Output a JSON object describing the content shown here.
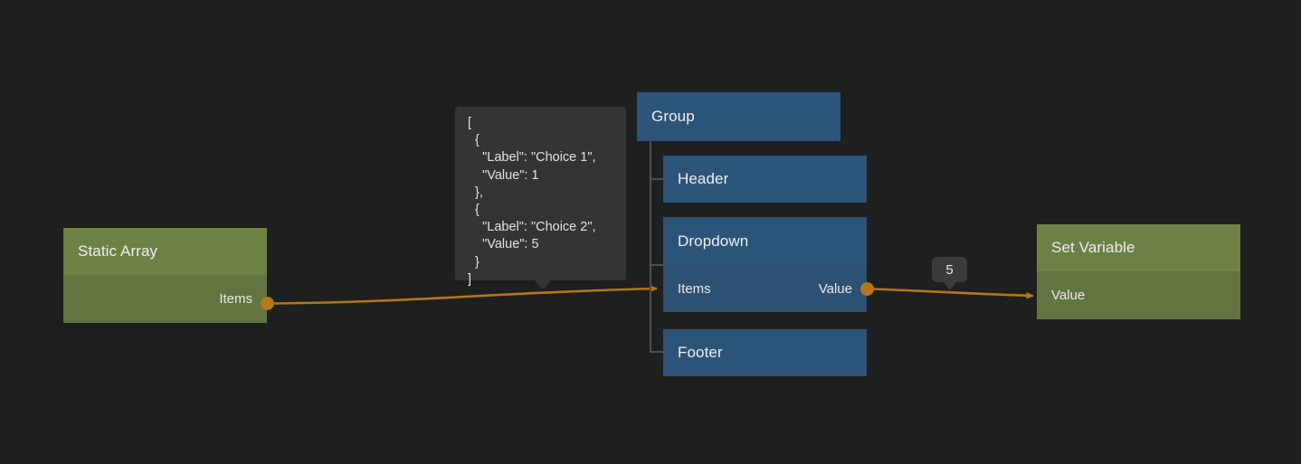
{
  "canvas": {
    "background": "#1e1f1f",
    "edge_color": "#b5771a",
    "green_header": "#6e8144",
    "green_body": "#627440",
    "blue_header": "#2c5478",
    "blue_body": "#2d5173"
  },
  "nodes": {
    "static_array": {
      "title": "Static Array",
      "output_port_label": "Items"
    },
    "group": {
      "title": "Group"
    },
    "header": {
      "title": "Header"
    },
    "dropdown": {
      "title": "Dropdown",
      "input_port_label": "Items",
      "output_port_label": "Value"
    },
    "footer": {
      "title": "Footer"
    },
    "set_variable": {
      "title": "Set Variable",
      "input_port_label": "Value"
    }
  },
  "tooltips": {
    "items_json": "[\n  {\n    \"Label\": \"Choice 1\",\n    \"Value\": 1\n  },\n  {\n    \"Label\": \"Choice 2\",\n    \"Value\": 5\n  }\n]",
    "value_badge": "5"
  }
}
